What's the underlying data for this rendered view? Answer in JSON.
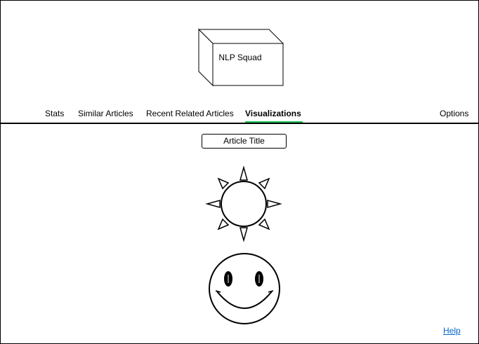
{
  "logo": {
    "label": "NLP Squad"
  },
  "nav": {
    "tabs": [
      {
        "label": "Stats",
        "active": false
      },
      {
        "label": "Similar Articles",
        "active": false
      },
      {
        "label": "Recent Related Articles",
        "active": false
      },
      {
        "label": "Visualizations",
        "active": true
      },
      {
        "label": "Options",
        "active": false
      }
    ],
    "active_indicator_color": "#22c55e"
  },
  "main": {
    "article_title": "Article Title",
    "visualizations": [
      {
        "icon": "sun-icon"
      },
      {
        "icon": "smiley-icon"
      }
    ]
  },
  "footer": {
    "help_label": "Help",
    "link_color": "#0066cc"
  }
}
